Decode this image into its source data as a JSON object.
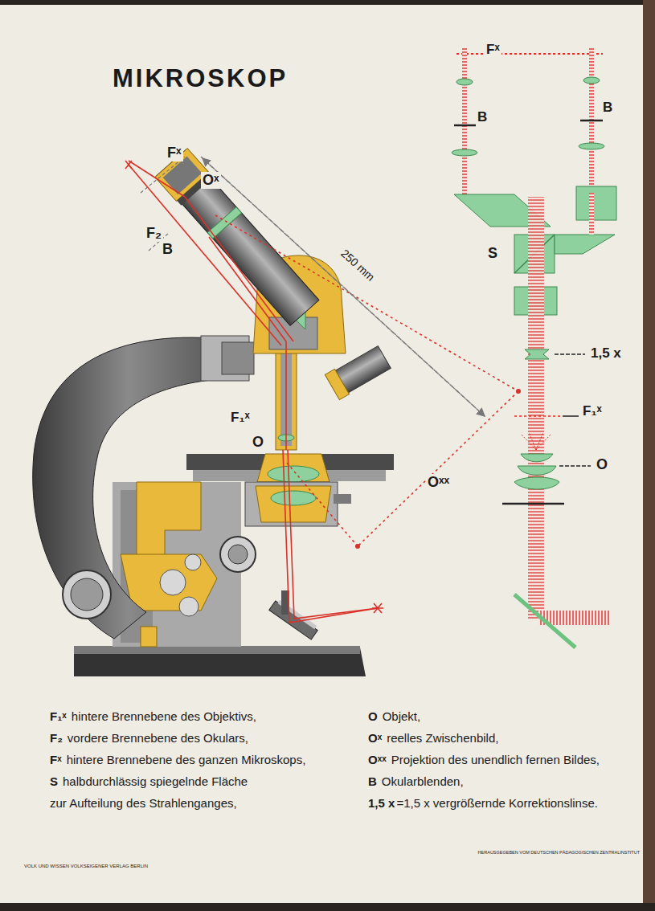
{
  "diagram": {
    "title": "MIKROSKOP",
    "labels": [
      "Fˣ",
      "Oˣ",
      "F₂",
      "B",
      "250 mm",
      "F₁ˣ",
      "O",
      "Oˣˣ",
      "Fˣ",
      "B",
      "B",
      "S",
      "1,5 x",
      "F₁ˣ",
      "O",
      "F₁ˣ",
      "hintere Brennebene des Objektivs,",
      "F₂",
      "vordere Brennebene des Okulars,",
      "Fˣ",
      "hintere Brennebene des ganzen Mikroskops,",
      "S",
      "halbdurchlässig spiegelnde Fläche",
      "zur Aufteilung des Strahlenganges,",
      "O",
      "Objekt,",
      "Oˣ",
      "reelles Zwischenbild,",
      "Oˣˣ",
      "Projektion des unendlich fernen Bildes,",
      "B",
      "Okularblenden,",
      "1,5 x",
      "=1,5 x vergrößernde Korrektionslinse.",
      "VOLK UND WISSEN VOLKSEIGENER VERLAG BERLIN",
      "HERAUSGEGEBEN VOM DEUTSCHEN PÄDAGOGISCHEN ZENTRALINSTITUT"
    ]
  }
}
